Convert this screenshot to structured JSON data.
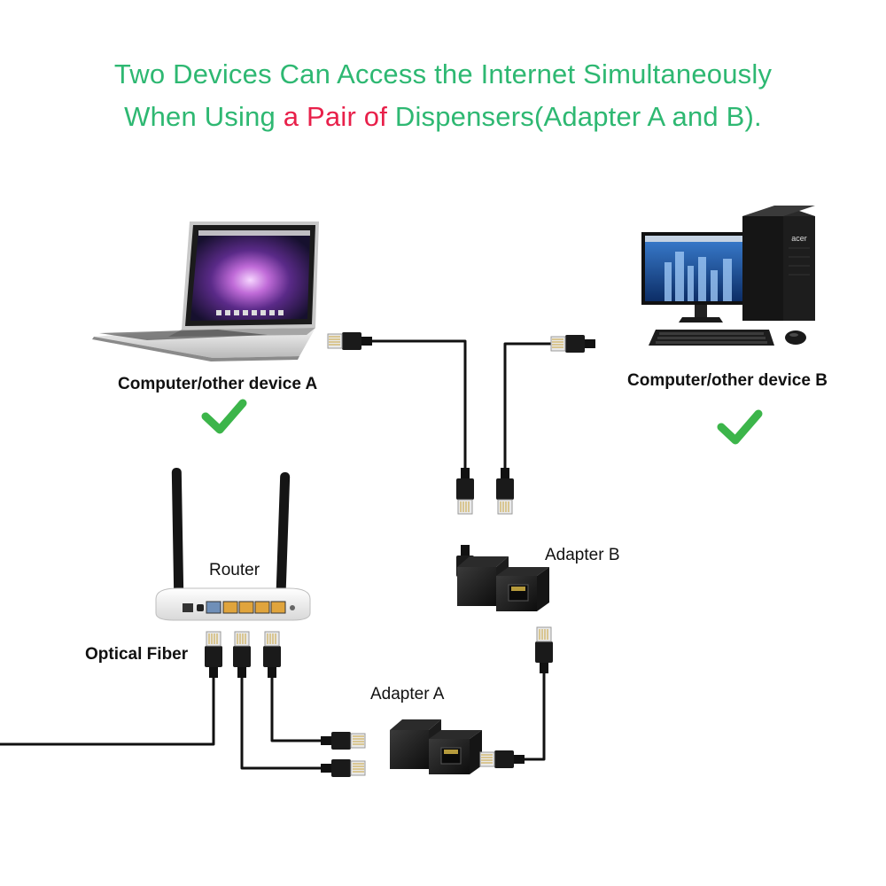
{
  "title": {
    "line1": "Two Devices Can Access the Internet  Simultaneously",
    "line2_prefix": "When Using ",
    "line2_highlight": "a Pair of",
    "line2_suffix": " Dispensers(Adapter A and B)."
  },
  "labels": {
    "device_a": "Computer/other device A",
    "device_b": "Computer/other device B",
    "router": "Router",
    "optical_fiber": "Optical Fiber",
    "adapter_a": "Adapter A",
    "adapter_b": "Adapter B"
  },
  "logo_text": {
    "pc_brand": "acer"
  },
  "colors": {
    "title_green": "#2eb872",
    "title_red": "#e8204a",
    "check_green": "#3cb54a",
    "cable": "#111111"
  },
  "icons": [
    "laptop-icon",
    "desktop-pc-icon",
    "router-icon",
    "rj45-plug-icon",
    "rj45-splitter-adapter-icon",
    "checkmark-icon"
  ]
}
